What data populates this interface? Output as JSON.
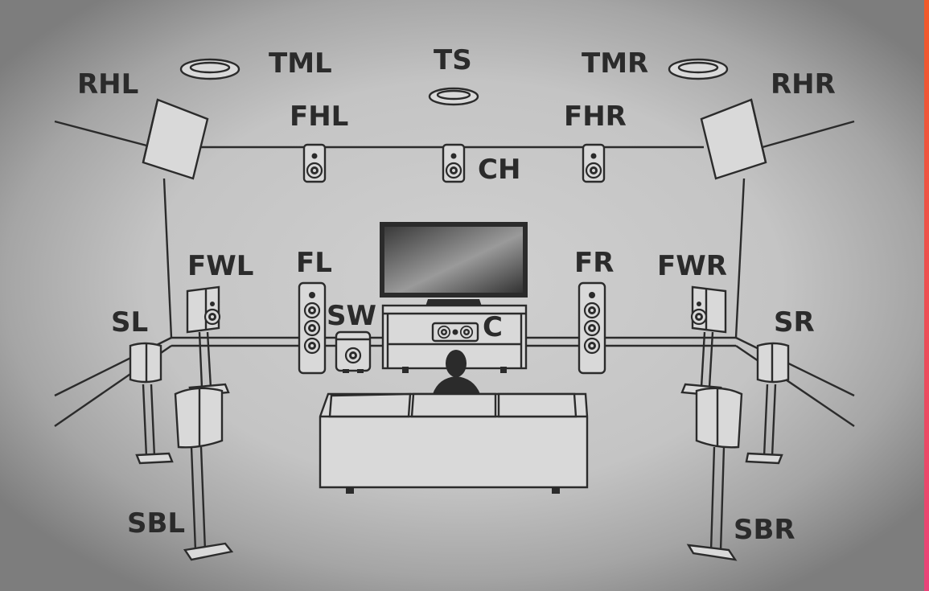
{
  "diagram": {
    "speakers": {
      "TML": "TML",
      "TS": "TS",
      "TMR": "TMR",
      "RHL": "RHL",
      "RHR": "RHR",
      "FHL": "FHL",
      "FHR": "FHR",
      "CH": "CH",
      "FWL": "FWL",
      "FWR": "FWR",
      "FL": "FL",
      "FR": "FR",
      "SW": "SW",
      "C": "C",
      "SL": "SL",
      "SR": "SR",
      "SBL": "SBL",
      "SBR": "SBR"
    },
    "colors": {
      "line": "#2b2b2b",
      "background_center": "#d0d0d0",
      "background_edge": "#7d7d7d",
      "edge_accent": "#f05a2a"
    }
  }
}
